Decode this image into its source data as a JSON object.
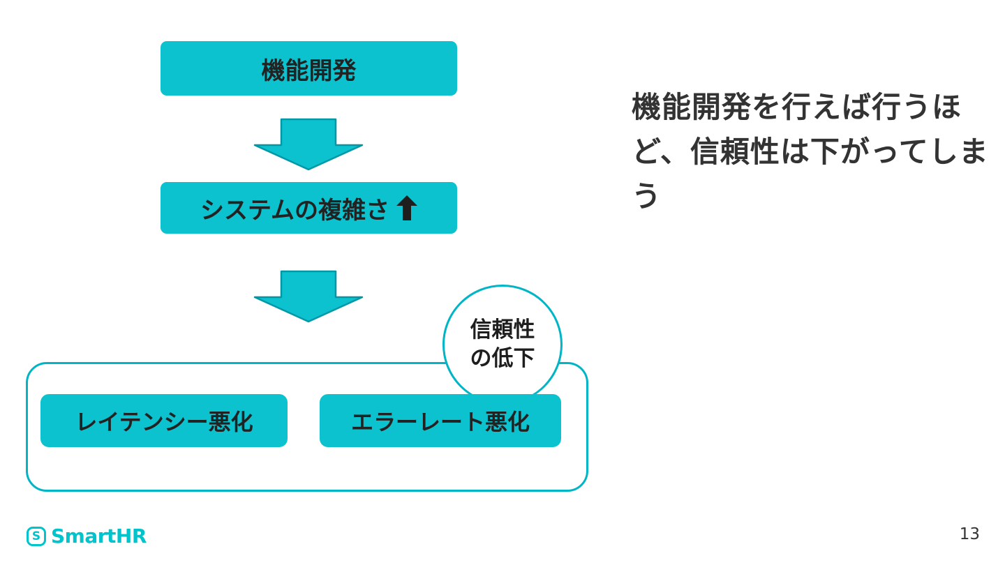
{
  "diagram": {
    "box_feature_dev": {
      "label": "機能開発"
    },
    "box_complexity": {
      "label": "システムの複雑さ",
      "up_arrow_icon": "⬆"
    },
    "badge_reliability": {
      "line1": "信頼性",
      "line2": "の低下"
    },
    "box_latency": {
      "label": "レイテンシー悪化"
    },
    "box_error_rate": {
      "label": "エラーレート悪化"
    }
  },
  "caption": {
    "text": "機能開発を行えば行うほど、信頼性は下がってしまう"
  },
  "footer": {
    "logo_mark": "S",
    "logo_text": "SmartHR",
    "page_number": "13"
  },
  "colors": {
    "node_fill": "#0bc2ce",
    "arrow_fill": "#0bc2ce",
    "arrow_stroke": "#0097a7",
    "outline_teal": "#00b5c5",
    "node_text": "#222222",
    "caption_text": "#333333",
    "logo_teal": "#00c4cc"
  }
}
